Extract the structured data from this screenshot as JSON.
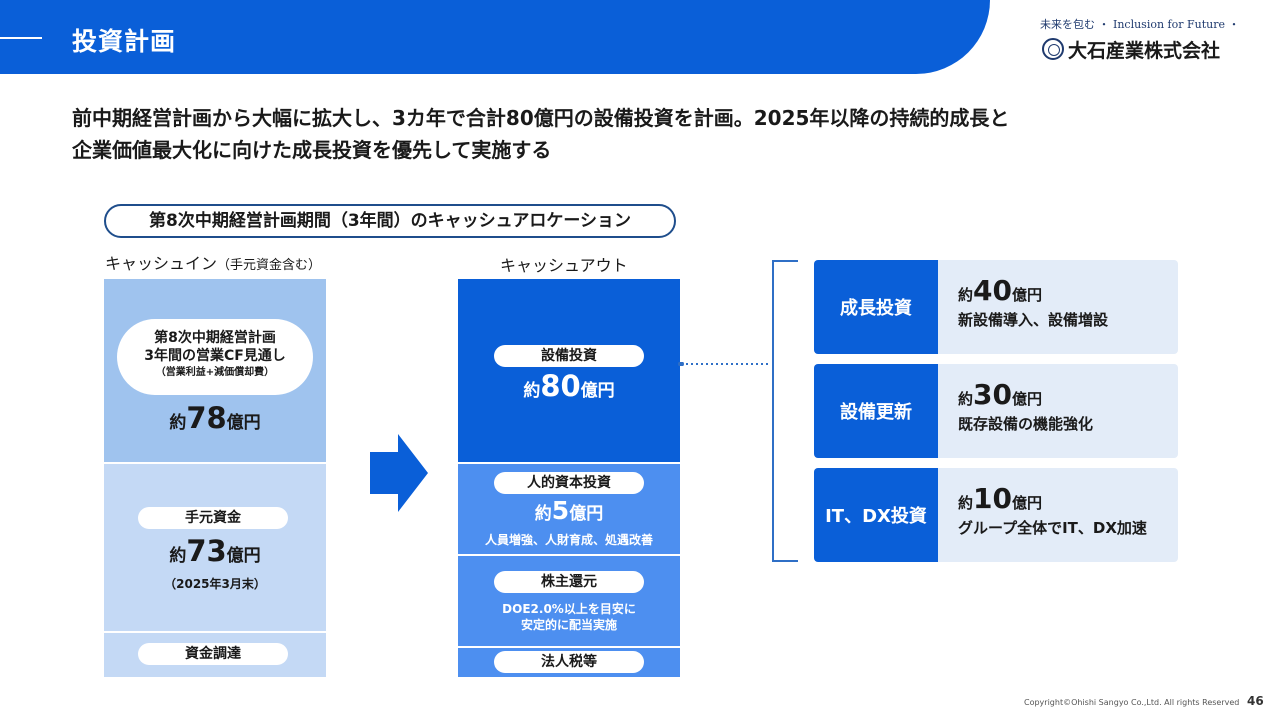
{
  "header": {
    "title": "投資計画"
  },
  "logo": {
    "tagline": "未来を包む ・ Inclusion for Future ・",
    "company": "大石産業株式会社"
  },
  "lead": {
    "line1": "前中期経営計画から大幅に拡大し、3カ年で合計80億円の設備投資を計画。2025年以降の持続的成長と",
    "line2": "企業価値最大化に向けた成長投資を優先して実施する"
  },
  "section_title": "第8次中期経営計画期間（3年間）のキャッシュアロケーション",
  "cash_in": {
    "label": "キャッシュイン",
    "label_note": "（手元資金含む）",
    "operating_cf": {
      "line1": "第8次中期経営計画",
      "line2": "3年間の営業CF見通し",
      "line3": "（営業利益+減価償却費）",
      "prefix": "約",
      "value": "78",
      "unit": "億円"
    },
    "cash_on_hand": {
      "tag": "手元資金",
      "prefix": "約",
      "value": "73",
      "unit": "億円",
      "note": "（2025年3月末）"
    },
    "financing": {
      "tag": "資金調達"
    }
  },
  "cash_out": {
    "label": "キャッシュアウト",
    "capex": {
      "tag": "設備投資",
      "prefix": "約",
      "value": "80",
      "unit": "億円"
    },
    "human_capital": {
      "tag": "人的資本投資",
      "prefix": "約",
      "value": "5",
      "unit": "億円",
      "note": "人員増強、人財育成、処遇改善"
    },
    "shareholder_return": {
      "tag": "株主還元",
      "note1": "DOE2.0%以上を目安に",
      "note2": "安定的に配当実施"
    },
    "taxes": {
      "tag": "法人税等"
    }
  },
  "capex_breakdown": [
    {
      "label": "成長投資",
      "prefix": "約",
      "value": "40",
      "unit": "億円",
      "desc": "新設備導入、設備増設"
    },
    {
      "label": "設備更新",
      "prefix": "約",
      "value": "30",
      "unit": "億円",
      "desc": "既存設備の機能強化"
    },
    {
      "label": "IT、DX投資",
      "prefix": "約",
      "value": "10",
      "unit": "億円",
      "desc": "グループ全体でIT、DX加速"
    }
  ],
  "footer": {
    "copyright": "Copyright©Ohishi Sangyo Co.,Ltd. All rights Reserved",
    "page": "46"
  },
  "colors": {
    "primary": "#0a5fd8",
    "light_blue": "#9fc3ee",
    "pale_blue": "#c4d9f5",
    "mid_blue": "#4d8ff0",
    "card_bg": "#e3ecf8"
  }
}
